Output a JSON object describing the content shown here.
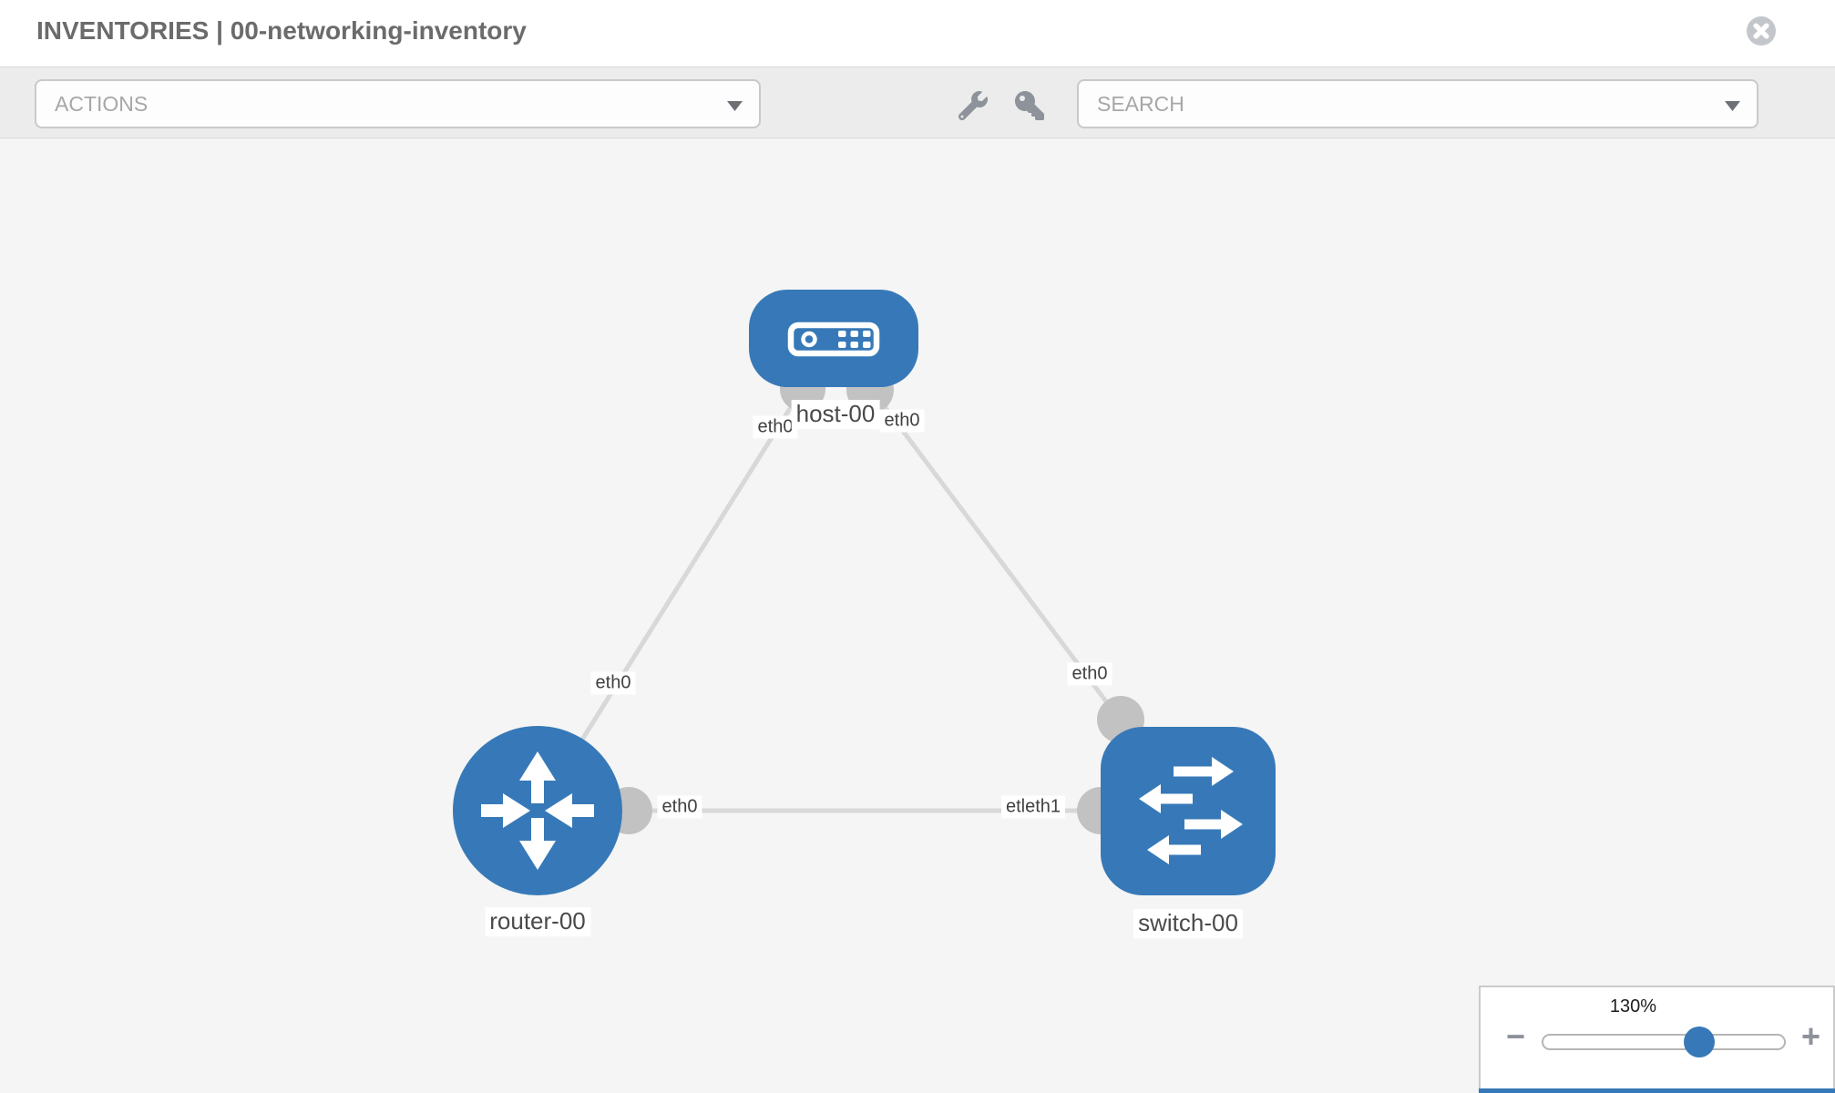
{
  "window": {
    "title": "INVENTORIES | 00-networking-inventory"
  },
  "toolbar": {
    "actions_label": "ACTIONS",
    "search_label": "SEARCH"
  },
  "icons": {
    "close": "x-circle",
    "wrench": "wrench",
    "key": "key",
    "actions_caret": "chevron-down",
    "search_caret": "chevron-down",
    "zoom_out": "minus",
    "zoom_in": "plus"
  },
  "colors": {
    "node_blue": "#3779b8",
    "link_gray": "#d8d8d8",
    "endpoint_gray": "#c2c2c2",
    "canvas_bg": "#f5f5f5",
    "toolbar_bg": "#ececec",
    "icon_gray": "#8d929b"
  },
  "topology": {
    "nodes": [
      {
        "label": "host-00",
        "type": "host"
      },
      {
        "label": "router-00",
        "type": "router"
      },
      {
        "label": "switch-00",
        "type": "switch"
      }
    ],
    "links": [
      {
        "source": "host-00",
        "target": "router-00",
        "source_label": "eth0",
        "target_label": "eth0"
      },
      {
        "source": "host-00",
        "target": "switch-00",
        "source_label": "eth0",
        "target_label": "eth0"
      },
      {
        "source": "router-00",
        "target": "switch-00",
        "source_label": "eth0",
        "target_label": "etleth1"
      }
    ]
  },
  "zoom_control": {
    "level": "130%",
    "zoom_out_label": "−",
    "zoom_in_label": "+",
    "slider_percent": 64
  }
}
